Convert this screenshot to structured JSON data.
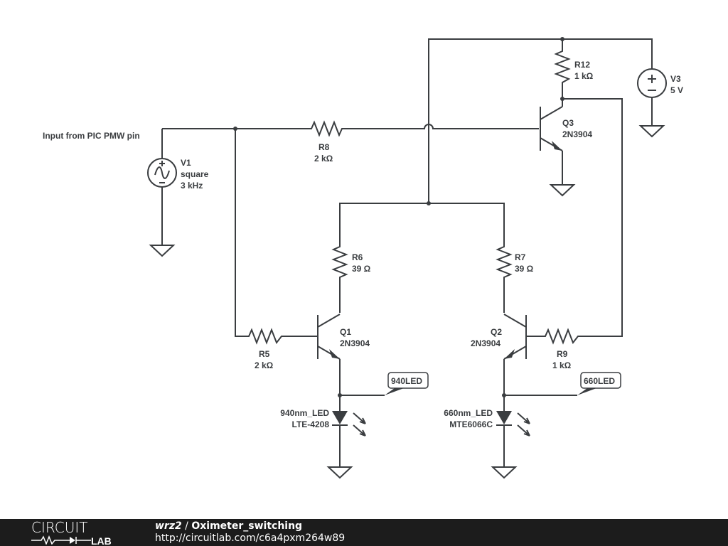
{
  "schematic": {
    "input_label": "Input from PIC PMW pin",
    "components": {
      "V1": {
        "name": "V1",
        "value": "square",
        "value2": "3 kHz"
      },
      "V3": {
        "name": "V3",
        "value": "5 V"
      },
      "R8": {
        "name": "R8",
        "value": "2 kΩ"
      },
      "R12": {
        "name": "R12",
        "value": "1 kΩ"
      },
      "Q3": {
        "name": "Q3",
        "value": "2N3904"
      },
      "R6": {
        "name": "R6",
        "value": "39 Ω"
      },
      "R7": {
        "name": "R7",
        "value": "39 Ω"
      },
      "R5": {
        "name": "R5",
        "value": "2 kΩ"
      },
      "R9": {
        "name": "R9",
        "value": "1 kΩ"
      },
      "Q1": {
        "name": "Q1",
        "value": "2N3904"
      },
      "Q2": {
        "name": "Q2",
        "value": "2N3904"
      },
      "D940": {
        "name": "940nm_LED",
        "value": "LTE-4208"
      },
      "D660": {
        "name": "660nm_LED",
        "value": "MTE6066C"
      }
    },
    "net_labels": {
      "n940": "940LED",
      "n660": "660LED"
    }
  },
  "footer": {
    "logo_top": "CIRCUIT",
    "logo_bottom": "LAB",
    "author": "wrz2",
    "separator": " / ",
    "title": "Oximeter_switching",
    "url": "http://circuitlab.com/c6a4pxm264w89"
  }
}
